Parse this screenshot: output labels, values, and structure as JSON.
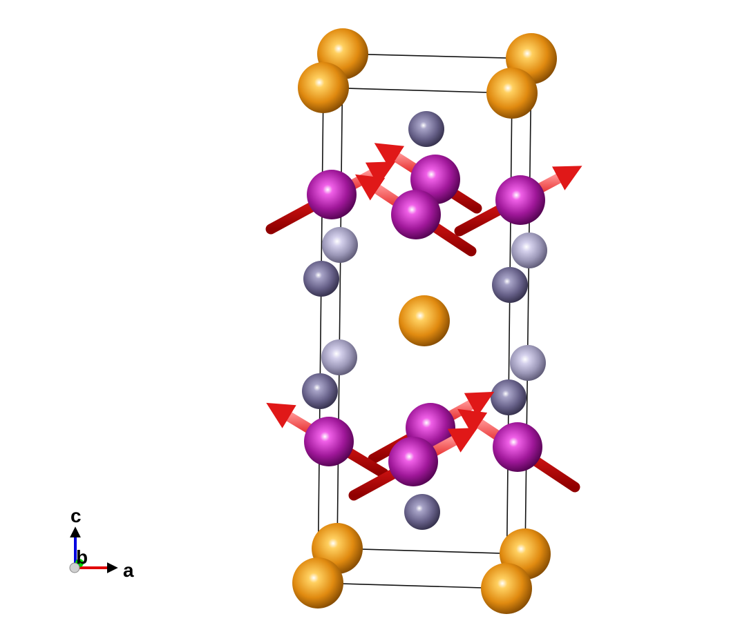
{
  "axes": {
    "a_label": "a",
    "b_label": "b",
    "c_label": "c"
  },
  "colors": {
    "site_orange": "#e08a10",
    "site_dark_slate": "#6a6488",
    "site_light_slate": "#9c98b8",
    "site_magenta": "#a0189a",
    "moment_arrow": "#e01818",
    "axis_a": "#e00000",
    "axis_b": "#00d000",
    "axis_c": "#0000e0"
  }
}
